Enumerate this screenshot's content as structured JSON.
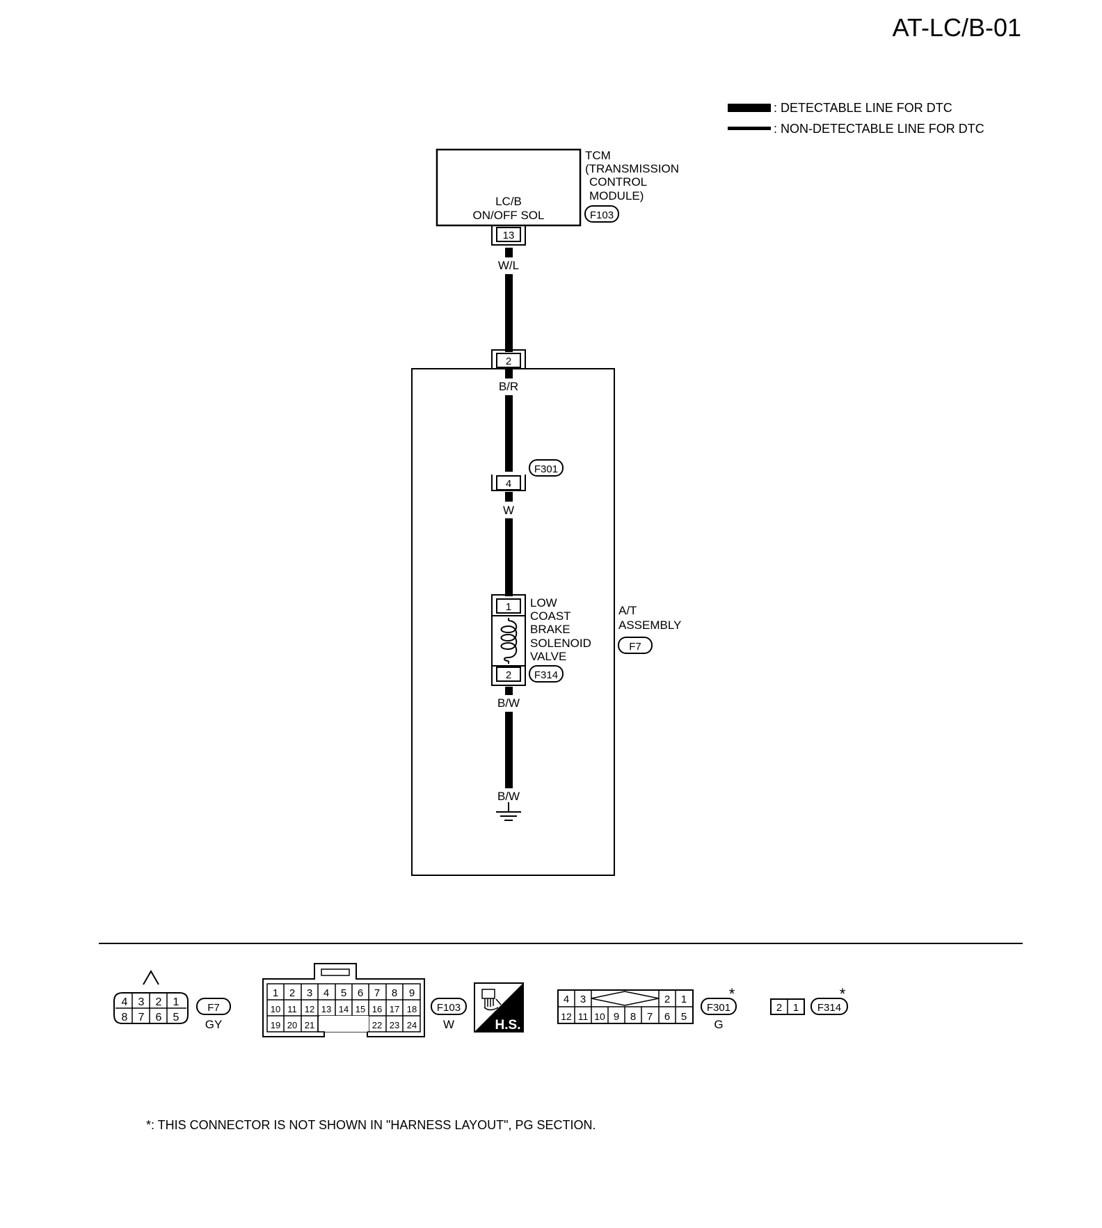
{
  "page_id": "AT-LC/B-01",
  "legend": {
    "detectable": ": DETECTABLE LINE FOR DTC",
    "non_detectable": ": NON-DETECTABLE LINE FOR DTC"
  },
  "tcm": {
    "inner_line1": "LC/B",
    "inner_line2": "ON/OFF SOL",
    "name_line1": "TCM",
    "name_line2": "(TRANSMISSION",
    "name_line3": "CONTROL",
    "name_line4": "MODULE)",
    "connector": "F103",
    "pin": "13"
  },
  "wires": {
    "w1": "W/L",
    "w2": "B/R",
    "w3": "W",
    "w4": "B/W",
    "w5": "B/W"
  },
  "at_assembly": {
    "line1": "A/T",
    "line2": "ASSEMBLY",
    "connector": "F7",
    "pin": "2"
  },
  "f301": {
    "connector": "F301",
    "pin": "4"
  },
  "solenoid": {
    "line1": "LOW",
    "line2": "COAST",
    "line3": "BRAKE",
    "line4": "SOLENOID",
    "line5": "VALVE",
    "pin_top": "1",
    "pin_bottom": "2",
    "connector": "F314"
  },
  "connectors": {
    "f7": {
      "label": "F7",
      "color": "GY",
      "row1": [
        "4",
        "3",
        "2",
        "1"
      ],
      "row2": [
        "8",
        "7",
        "6",
        "5"
      ]
    },
    "f103": {
      "label": "F103",
      "color": "W",
      "row1": [
        "1",
        "2",
        "3",
        "4",
        "5",
        "6",
        "7",
        "8",
        "9"
      ],
      "row2": [
        "10",
        "11",
        "12",
        "13",
        "14",
        "15",
        "16",
        "17",
        "18"
      ],
      "row3_left": [
        "19",
        "20",
        "21"
      ],
      "row3_right": [
        "22",
        "23",
        "24"
      ]
    },
    "hs": "H.S.",
    "f301": {
      "label": "F301",
      "color": "G",
      "star": "*",
      "row1_left": [
        "4",
        "3"
      ],
      "row1_right": [
        "2",
        "1"
      ],
      "row2": [
        "12",
        "11",
        "10",
        "9",
        "8",
        "7",
        "6",
        "5"
      ]
    },
    "f314": {
      "label": "F314",
      "star": "*",
      "row1": [
        "2",
        "1"
      ]
    }
  },
  "footnote": "*: THIS CONNECTOR IS NOT SHOWN IN \"HARNESS LAYOUT\", PG SECTION."
}
